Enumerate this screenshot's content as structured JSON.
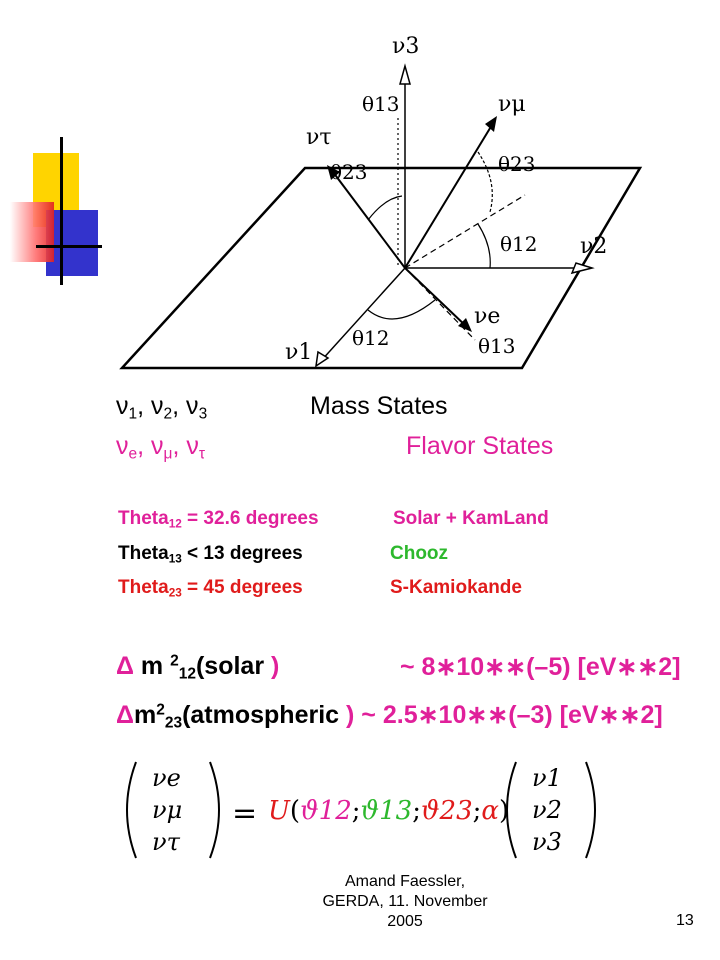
{
  "diagram": {
    "nu3": "ν3",
    "nu_mu": "νμ",
    "nu_tau": "ντ",
    "nu2": "ν2",
    "nu1": "ν1",
    "nu_e": "νe",
    "theta13_top": "θ13",
    "theta23_left": "θ23",
    "theta23_right": "θ23",
    "theta12_right": "θ12",
    "theta12_bottom": "θ12",
    "theta13_bottom": "θ13"
  },
  "mass_states": {
    "nu1": "ν",
    "sub1": "1",
    "nu2": ", ν",
    "sub2": "2",
    "nu3": ", ν",
    "sub3": "3",
    "label": "Mass States"
  },
  "flavor_states": {
    "nu_e": "ν",
    "sub_e": "e",
    "nu_mu": ", ν",
    "sub_mu": "μ",
    "nu_tau": ", ν",
    "sub_tau": "τ",
    "label": "Flavor States"
  },
  "thetas": [
    {
      "name": "Theta",
      "sub": "12",
      "value": " = 32.6 degrees",
      "exp": "Solar + KamLand"
    },
    {
      "name": "Theta",
      "sub": "13",
      "value": " < 13 degrees",
      "exp": "Chooz"
    },
    {
      "name": "Theta",
      "sub": "23",
      "value": " = 45 degrees",
      "exp": "S-Kamiokande"
    }
  ],
  "dm12": {
    "delta": "Δ",
    "m": " m ",
    "sup": "2",
    "sub": "12",
    "label": "(solar ",
    "close": ")",
    "approx": "~",
    "value": " 8∗10∗∗(–5) [eV∗∗2]"
  },
  "dm23": {
    "delta": "Δ",
    "m": "m",
    "sup": "2",
    "sub": "23",
    "label": "(atmospheric ",
    "close": ")",
    "approx": " ~ ",
    "value": "2.5∗10∗∗(–3) [eV∗∗2]"
  },
  "matrix": {
    "lhs": [
      "νe",
      "νμ",
      "ντ"
    ],
    "eq": "=",
    "U": "U",
    "open": "(",
    "t12": "ϑ12",
    "sep1": ";",
    "t13": "ϑ13",
    "sep2": ";",
    "t23": "ϑ23",
    "sep3": ";",
    "alpha": "α",
    "close": ")",
    "rhs": [
      "ν1",
      "ν2",
      "ν3"
    ]
  },
  "footer": {
    "line1": "Amand Faessler,",
    "line2": "GERDA, 11. November",
    "line3": "2005",
    "page": "13"
  },
  "colors": {
    "pink": "#e0209a",
    "green": "#2db82d",
    "red": "#e01b1b"
  }
}
